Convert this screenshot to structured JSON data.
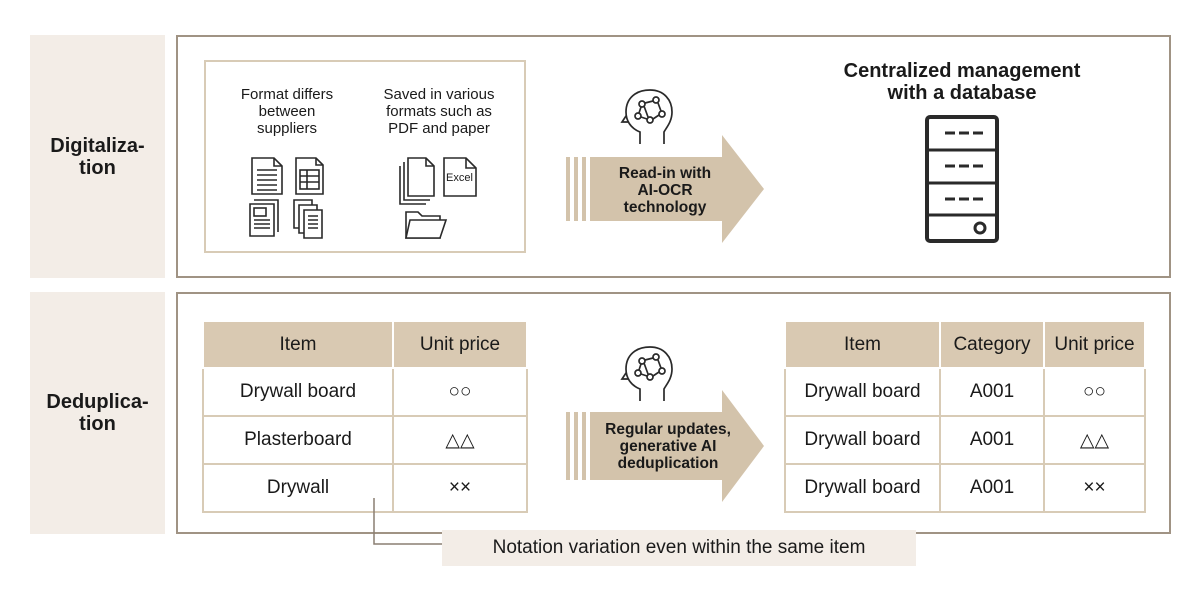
{
  "rows": [
    {
      "label": "Digitaliza-\ntion"
    },
    {
      "label": "Deduplica-\ntion"
    }
  ],
  "digitalization": {
    "source_left_text": "Format differs\nbetween\nsuppliers",
    "source_right_text": "Saved in various\nformats such as\nPDF and paper",
    "excel_label": "Excel",
    "arrow_label": "Read-in with\nAI-OCR\ntechnology",
    "db_title": "Centralized management\nwith a database"
  },
  "deduplication": {
    "arrow_label": "Regular updates,\ngenerative AI\ndeduplication",
    "left_table": {
      "headers": [
        "Item",
        "Unit price"
      ],
      "rows": [
        [
          "Drywall board",
          "○○"
        ],
        [
          "Plasterboard",
          "△△"
        ],
        [
          "Drywall",
          "××"
        ]
      ]
    },
    "right_table": {
      "headers": [
        "Item",
        "Category",
        "Unit price"
      ],
      "rows": [
        [
          "Drywall board",
          "A001",
          "○○"
        ],
        [
          "Drywall board",
          "A001",
          "△△"
        ],
        [
          "Drywall board",
          "A001",
          "××"
        ]
      ]
    },
    "note": "Notation variation even within the same item"
  },
  "colors": {
    "label_bg": "#f3ede7",
    "panel_border": "#a09384",
    "arrow_fill": "#d3c3ab",
    "header_fill": "#d9c9b2",
    "icon_stroke": "#2a2a2a"
  }
}
